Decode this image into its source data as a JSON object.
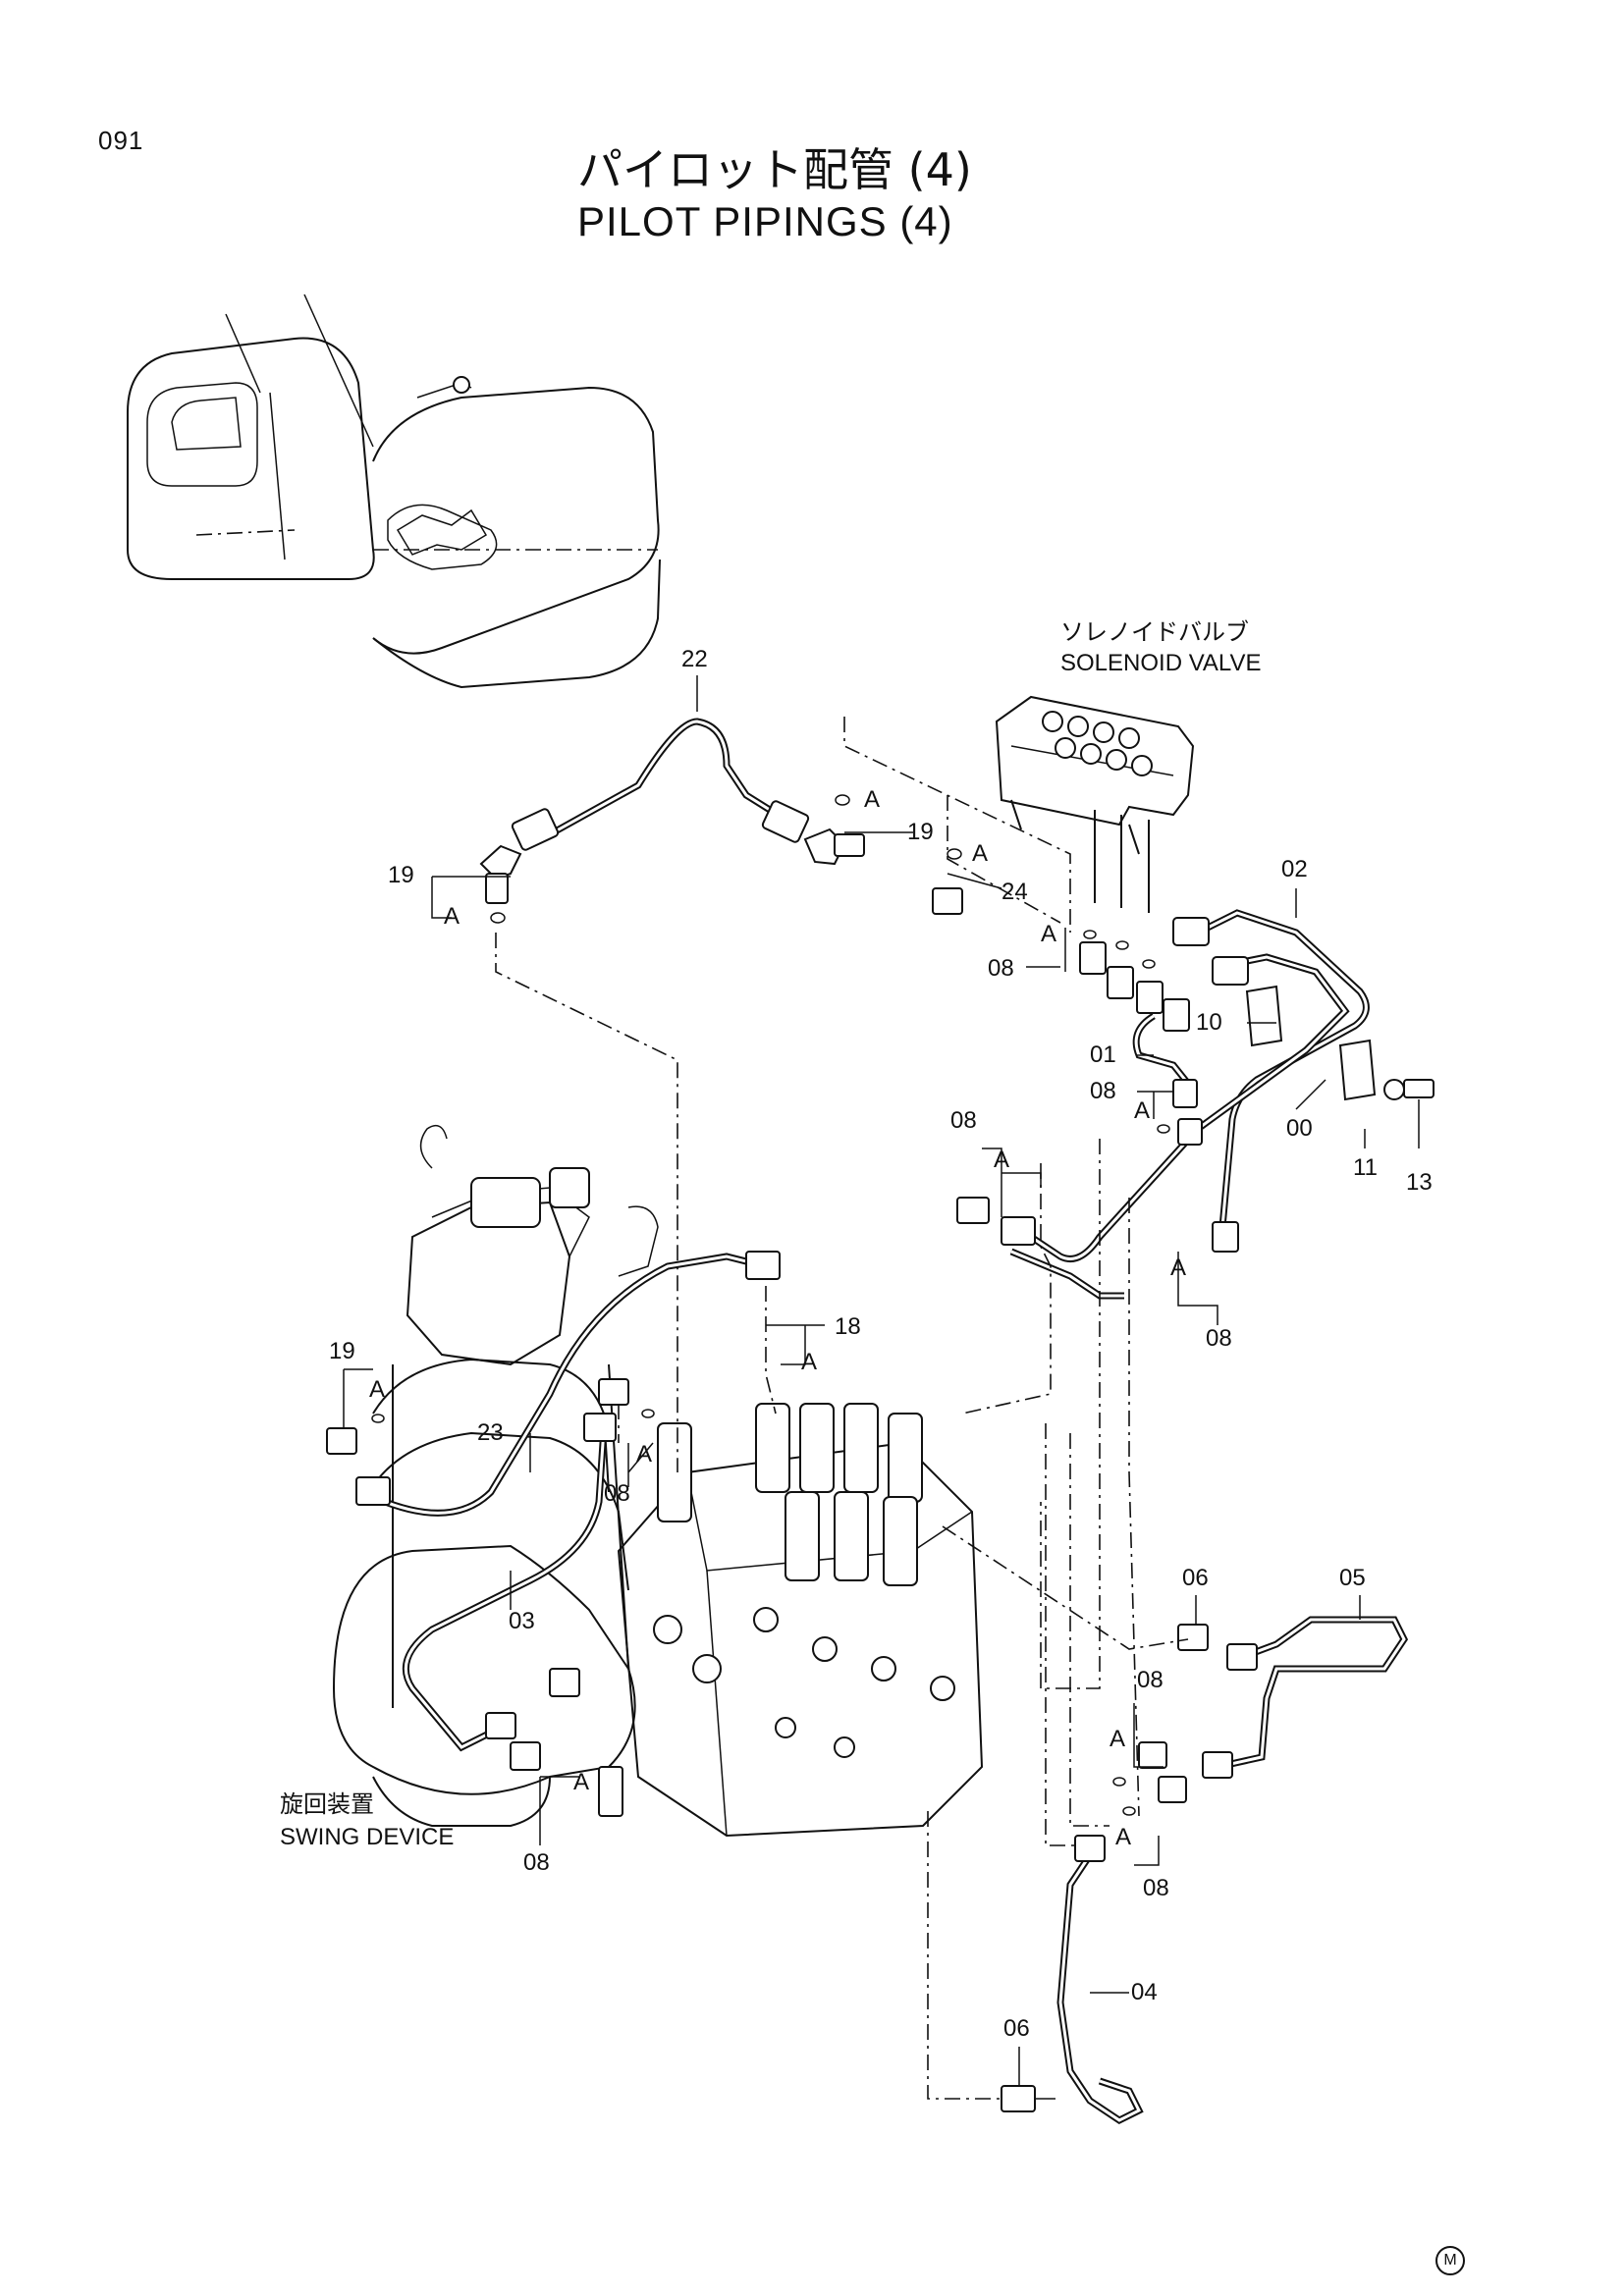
{
  "page_number": "091",
  "title_ja": "パイロット配管 (4)",
  "title_en": "PILOT PIPINGS (4)",
  "solenoid_valve": {
    "ja": "ソレノイドバルブ",
    "en": "SOLENOID VALVE"
  },
  "swing_device": {
    "ja": "旋回装置",
    "en": "SWING DEVICE"
  },
  "mark": "M",
  "callouts": [
    {
      "id": "c22",
      "text": "22"
    },
    {
      "id": "c19a",
      "text": "19"
    },
    {
      "id": "c19b",
      "text": "19"
    },
    {
      "id": "c19c",
      "text": "19"
    },
    {
      "id": "c24",
      "text": "24"
    },
    {
      "id": "c02",
      "text": "02"
    },
    {
      "id": "c08a",
      "text": "08"
    },
    {
      "id": "c10",
      "text": "10"
    },
    {
      "id": "c01",
      "text": "01"
    },
    {
      "id": "c08b",
      "text": "08"
    },
    {
      "id": "c00",
      "text": "00"
    },
    {
      "id": "c11",
      "text": "11"
    },
    {
      "id": "c13",
      "text": "13"
    },
    {
      "id": "c08c",
      "text": "08"
    },
    {
      "id": "c08d",
      "text": "08"
    },
    {
      "id": "c18",
      "text": "18"
    },
    {
      "id": "c23",
      "text": "23"
    },
    {
      "id": "c08e",
      "text": "08"
    },
    {
      "id": "c03",
      "text": "03"
    },
    {
      "id": "c06a",
      "text": "06"
    },
    {
      "id": "c05",
      "text": "05"
    },
    {
      "id": "c08f",
      "text": "08"
    },
    {
      "id": "c08g",
      "text": "08"
    },
    {
      "id": "c08h",
      "text": "08"
    },
    {
      "id": "c04",
      "text": "04"
    },
    {
      "id": "c06b",
      "text": "06"
    }
  ],
  "ref_letter": "A"
}
